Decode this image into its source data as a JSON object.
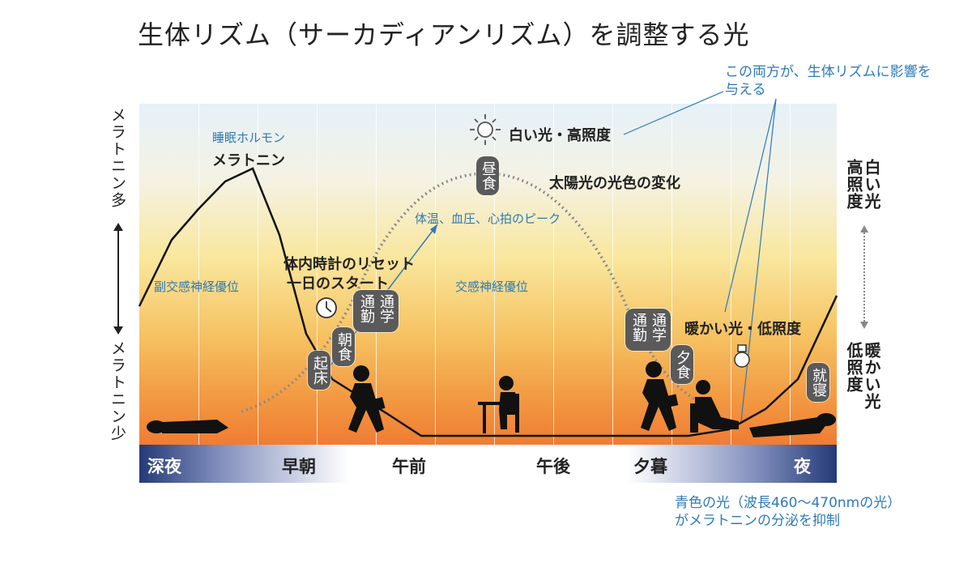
{
  "title": "生体リズム（サーカディアンリズム）を調整する光",
  "annotations": {
    "top_note": "この両方が、生体リズムに影響を与える",
    "bottom_note": "青色の光（波長460〜470nmの光）がメラトニンの分泌を抑制"
  },
  "left_axis": {
    "high": "メラトニン多",
    "low": "メラトニン少"
  },
  "right_axis": {
    "top_a": "白い光",
    "top_b": "高照度",
    "bottom_a": "暖かい光",
    "bottom_b": "低照度"
  },
  "diagram_labels": {
    "melatonin_sub": "睡眠ホルモン",
    "melatonin": "メラトニン",
    "parasympathetic": "副交感神経優位",
    "sympathetic": "交感神経優位",
    "white_light": "白い光・高照度",
    "sunlight_change": "太陽光の光色の変化",
    "body_peak": "体温、血圧、心拍のピーク",
    "reset_line1": "体内時計のリセット",
    "reset_line2": "一日のスタート",
    "warm_light": "暖かい光・低照度"
  },
  "activities": {
    "wake": "起床",
    "breakfast": "朝食",
    "commute_am_a": "通学",
    "commute_am_b": "通勤",
    "lunch": "昼食",
    "commute_pm_a": "通学",
    "commute_pm_b": "通勤",
    "dinner": "夕食",
    "sleep": "就寝"
  },
  "time_periods": [
    "深夜",
    "早朝",
    "午前",
    "午後",
    "夕暮",
    "夜"
  ],
  "colors": {
    "accent_blue": "#2e7ab8",
    "curve": "#111111",
    "night": "#243a78",
    "pill": "#5a5a5a"
  },
  "icons": {
    "sun": "sun-icon",
    "clock": "clock-icon",
    "bulb": "light-bulb-icon"
  }
}
